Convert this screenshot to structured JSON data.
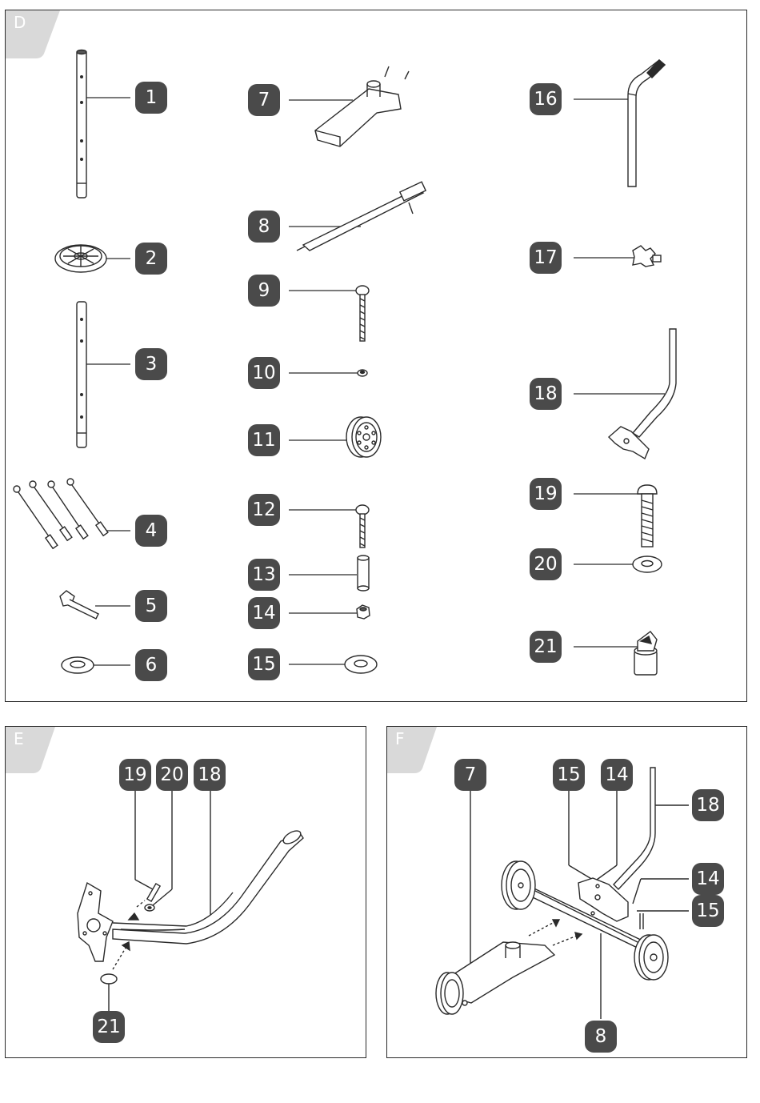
{
  "panels": {
    "d": {
      "letter": "D"
    },
    "e": {
      "letter": "E"
    },
    "f": {
      "letter": "F"
    }
  },
  "parts": {
    "p1": "1",
    "p2": "2",
    "p3": "3",
    "p4": "4",
    "p5": "5",
    "p6": "6",
    "p7": "7",
    "p8": "8",
    "p9": "9",
    "p10": "10",
    "p11": "11",
    "p12": "12",
    "p13": "13",
    "p14": "14",
    "p15": "15",
    "p16": "16",
    "p17": "17",
    "p18": "18",
    "p19": "19",
    "p20": "20",
    "p21": "21"
  },
  "callouts_e": {
    "a": "19",
    "b": "20",
    "c": "18",
    "d": "21"
  },
  "callouts_f": {
    "a": "7",
    "b": "15",
    "c": "14",
    "d": "18",
    "e": "14",
    "f": "15",
    "g": "8"
  },
  "colors": {
    "badge": "#4a4a4a",
    "tab": "#d9d9d9",
    "line": "#2a2a2a"
  }
}
